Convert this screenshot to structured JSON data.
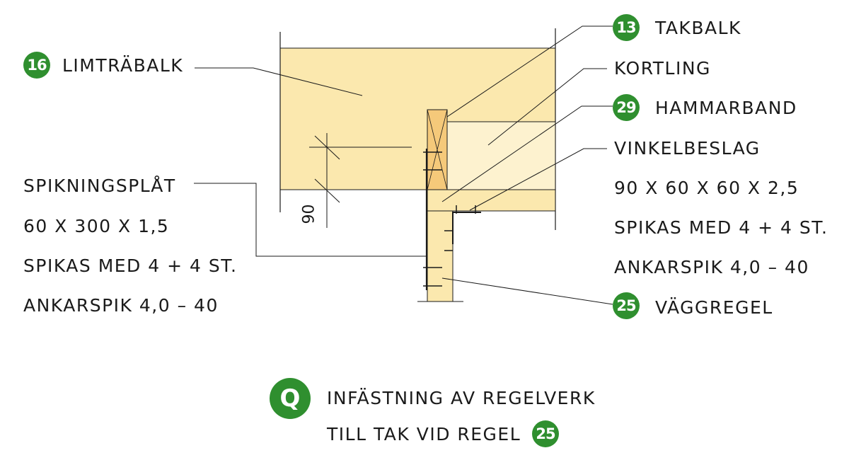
{
  "labels": {
    "limtrabalk": {
      "number": "16",
      "text": "LIMTRÄBALK"
    },
    "takbalk": {
      "number": "13",
      "text": "TAKBALK"
    },
    "kortling": {
      "text": "KORTLING"
    },
    "hammarband": {
      "number": "29",
      "text": "HAMMARBAND"
    },
    "vinkelbeslag": {
      "lines": [
        "VINKELBESLAG",
        "90 X 60 X 60 X 2,5",
        "SPIKAS MED 4 + 4 ST.",
        "ANKARSPIK 4,0 – 40"
      ]
    },
    "spikningsplat": {
      "lines": [
        "SPIKNINGSPLÅT",
        "60 X 300 X 1,5",
        "SPIKAS MED 4 + 4 ST.",
        "ANKARSPIK 4,0 – 40"
      ]
    },
    "vaggregel": {
      "number": "25",
      "text": "VÄGGREGEL"
    }
  },
  "dimension": "90",
  "caption": {
    "badge": "Q",
    "line1": "INFÄSTNING AV REGELVERK",
    "line2": "TILL TAK VID REGEL",
    "ref_number": "25"
  },
  "colors": {
    "badge_green": "#2f8f2f",
    "wood_light": "#fbe8ae",
    "wood_pale": "#fdf2cf",
    "wood_dark": "#f5c97a",
    "line": "#1a1a1a"
  }
}
